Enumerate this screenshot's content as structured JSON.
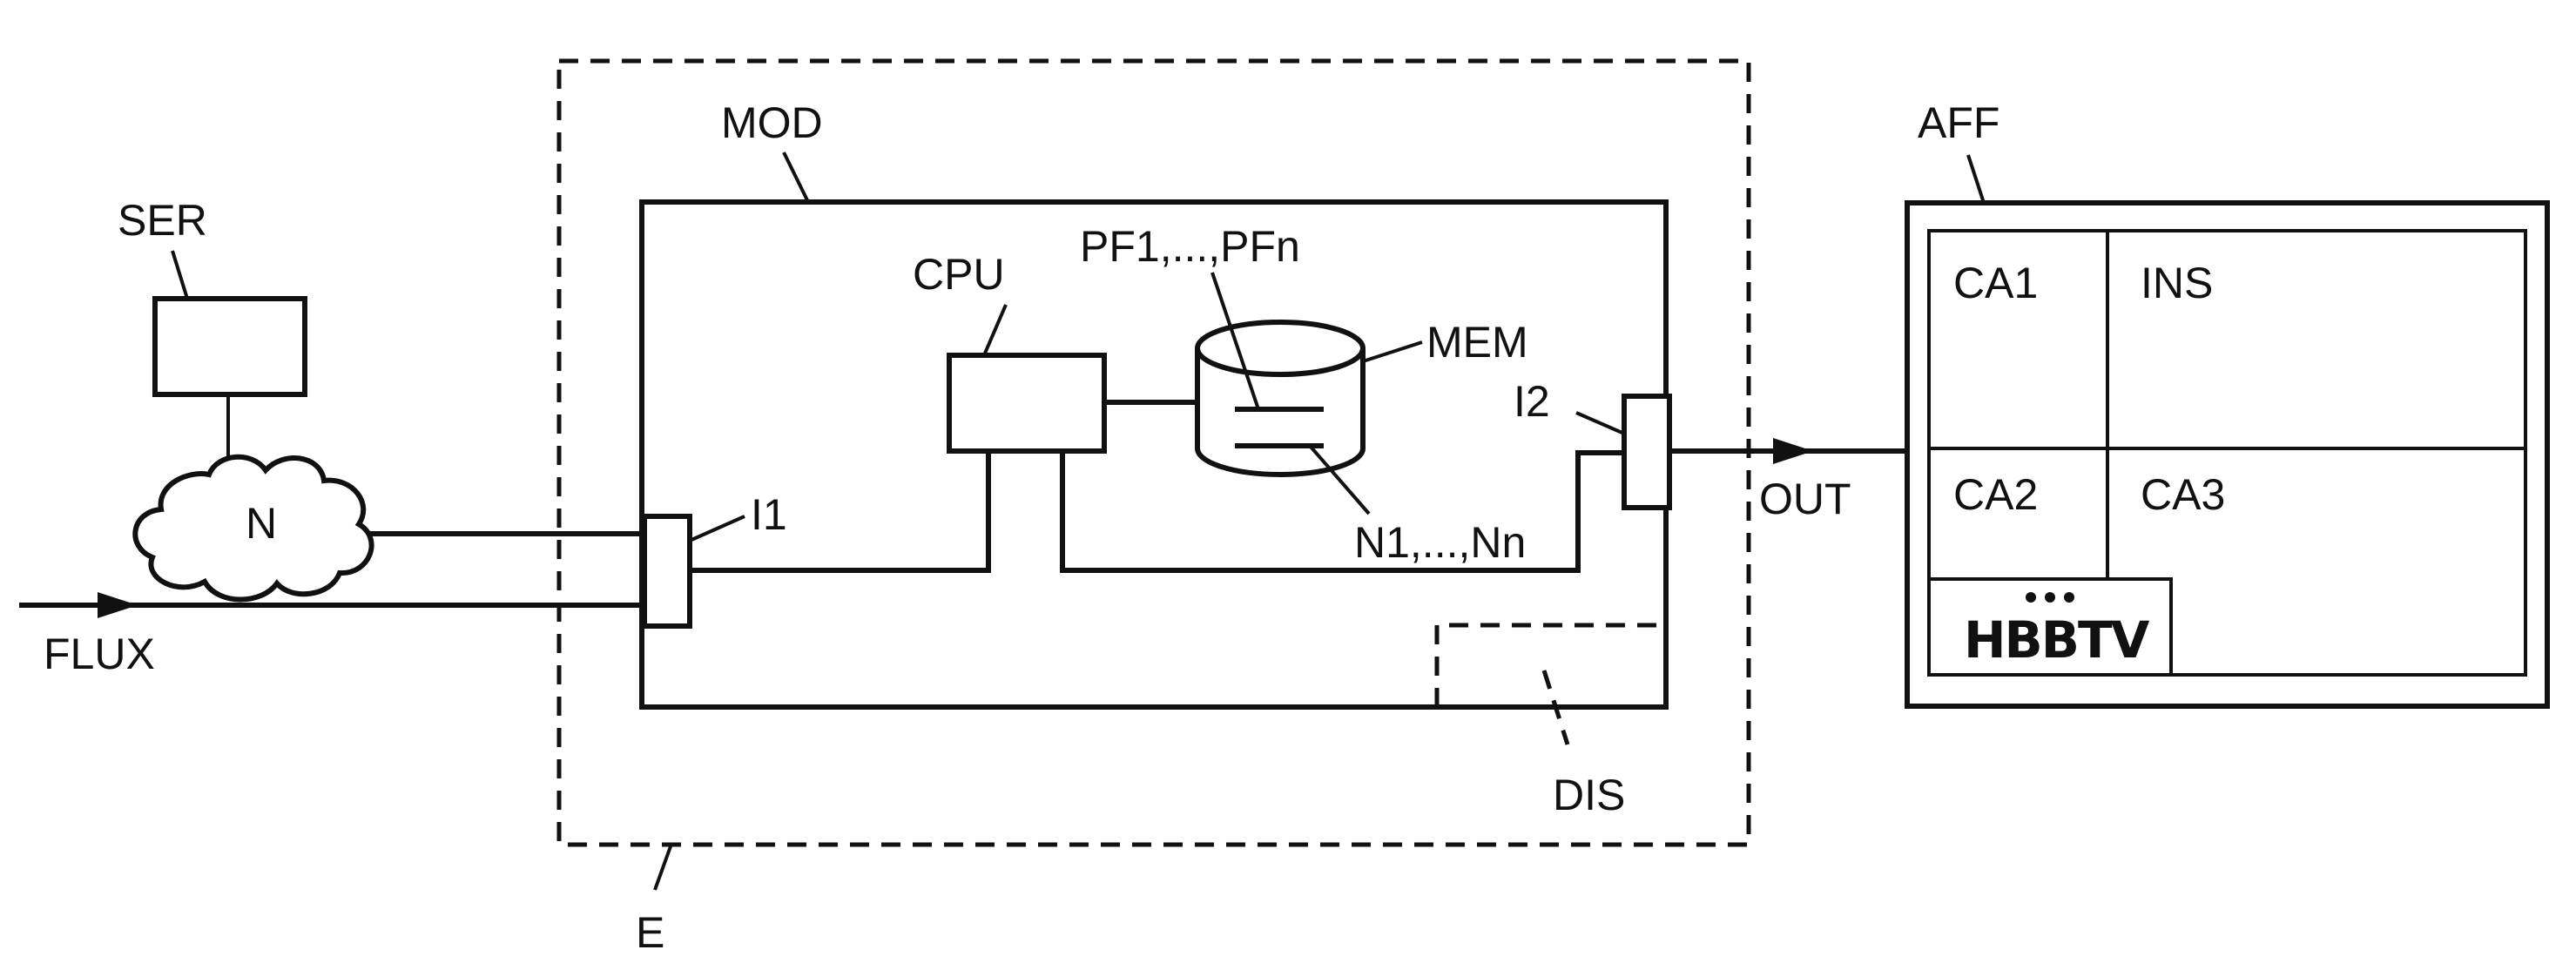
{
  "labels": {
    "ser": "SER",
    "n": "N",
    "flux": "FLUX",
    "mod": "MOD",
    "e": "E",
    "cpu": "CPU",
    "pf": "PF1,...,PFn",
    "mem": "MEM",
    "nn": "N1,...,Nn",
    "i1": "I1",
    "i2": "I2",
    "dis": "DIS",
    "out": "OUT",
    "aff": "AFF",
    "ca1": "CA1",
    "ins": "INS",
    "ca2": "CA2",
    "ca3": "CA3",
    "hbbtv": "HBBTV",
    "ellipsis": "•••"
  }
}
